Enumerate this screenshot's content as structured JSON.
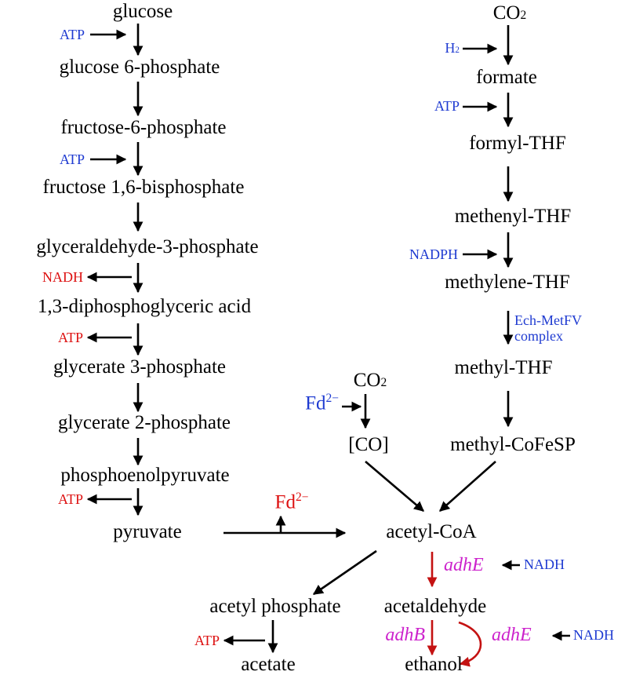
{
  "glycolysis": {
    "glucose": "glucose",
    "glucose_6_phosphate": "glucose 6-phosphate",
    "fructose_6_phosphate": "fructose-6-phosphate",
    "fructose_1_6_bisphosphate": "fructose 1,6-bisphosphate",
    "glyceraldehyde_3_phosphate": "glyceraldehyde-3-phosphate",
    "diphosphoglyceric_acid": "1,3-diphosphoglyceric acid",
    "glycerate_3_phosphate": "glycerate 3-phosphate",
    "glycerate_2_phosphate": "glycerate 2-phosphate",
    "phosphoenolpyruvate": "phosphoenolpyruvate",
    "pyruvate": "pyruvate"
  },
  "wood_ljungdahl": {
    "co2_top": "CO",
    "co2_top_sub": "2",
    "formate": "formate",
    "formyl_thf": "formyl-THF",
    "methenyl_thf": "methenyl-THF",
    "methylene_thf": "methylene-THF",
    "methyl_thf": "methyl-THF",
    "methyl_cofesp": "methyl-CoFeSP",
    "co2_mid": "CO",
    "co2_mid_sub": "2",
    "co": "[CO]",
    "acetyl_coa": "acetyl-CoA"
  },
  "products": {
    "acetyl_phosphate": "acetyl phosphate",
    "acetate": "acetate",
    "acetaldehyde": "acetaldehyde",
    "ethanol": "ethanol"
  },
  "cofactors": {
    "atp_glucose": "ATP",
    "atp_fructose": "ATP",
    "nadh_g3p": "NADH",
    "atp_13dpg": "ATP",
    "atp_pep": "ATP",
    "atp_acetate": "ATP",
    "h2": "H",
    "h2_sub": "2",
    "atp_formate": "ATP",
    "nadph": "NADPH",
    "ech_metfv_line1": "Ech-MetFV",
    "ech_metfv_line2": "complex",
    "fd_blue": "Fd",
    "fd_blue_sup": "2−",
    "fd_red": "Fd",
    "fd_red_sup": "2−",
    "nadh_adhe_top": "NADH",
    "nadh_adhe_bottom": "NADH"
  },
  "genes": {
    "adhE_top": "adhE",
    "adhB": "adhB",
    "adhE_bottom": "adhE"
  },
  "colors": {
    "metabolite": "#000000",
    "consumed_cofactor": "#1f3bd1",
    "produced_cofactor": "#dd1111",
    "gene": "#cc22cc",
    "ethanol_arrow": "#c41212"
  }
}
